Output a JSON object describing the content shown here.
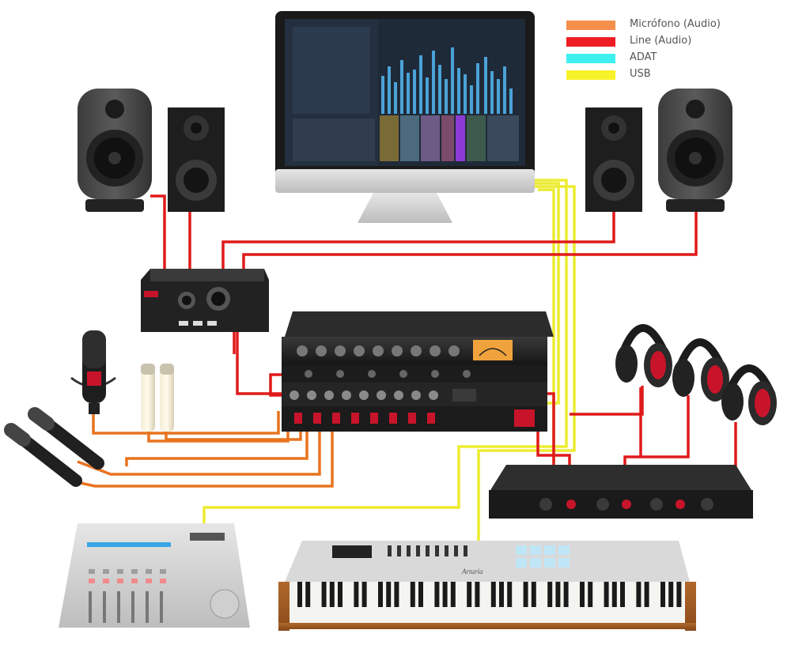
{
  "legend": [
    {
      "label": "Micrófono (Audio)",
      "color": "#f58f4b"
    },
    {
      "label": "Line (Audio)",
      "color": "#ee1c24"
    },
    {
      "label": "ADAT",
      "color": "#3ff0f0"
    },
    {
      "label": "USB",
      "color": "#f7f22a"
    }
  ],
  "colors": {
    "mic": "#e8731f",
    "line": "#e01a1a",
    "usb": "#ecec32",
    "adat": "#3ff0f0"
  },
  "devices": {
    "monitor_brand": "",
    "keyboard_brand": "Arturia"
  }
}
